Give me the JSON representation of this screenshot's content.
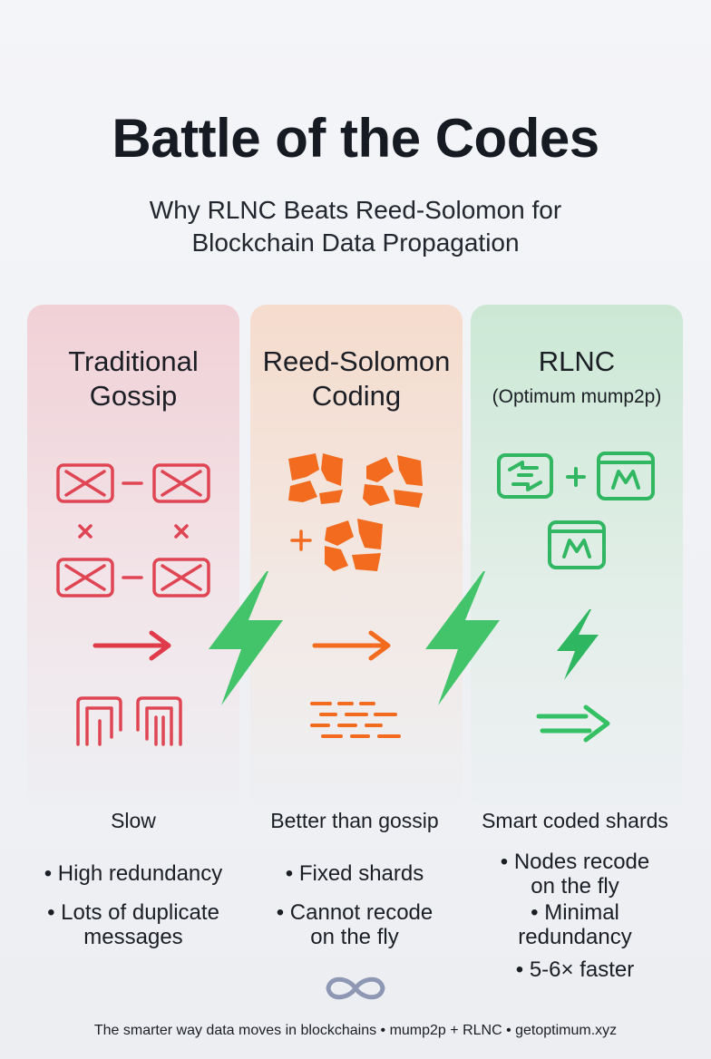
{
  "header": {
    "title": "Battle of the Codes",
    "subtitle_line1": "Why RLNC Beats Reed-Solomon for",
    "subtitle_line2": "Blockchain Data Propagation"
  },
  "columns": [
    {
      "title_line1": "Traditional",
      "title_line2": "Gossip",
      "verdict": "Slow",
      "bullets": [
        "• High redundancy",
        "• Lots of duplicate",
        "messages"
      ],
      "accent": "#e0424f"
    },
    {
      "title_line1": "Reed-Solomon",
      "title_line2": "Coding",
      "verdict": "Better than gossip",
      "bullets": [
        "• Fixed shards",
        "• Cannot recode",
        "on the fly"
      ],
      "accent": "#f26a1b"
    },
    {
      "title_line1": "RLNC",
      "title_line2": "(Optimum mump2p)",
      "verdict": "Smart coded shards",
      "bullets": [
        "• Nodes recode",
        "on the fly",
        "• Minimal",
        "redundancy",
        "• 5-6× faster"
      ],
      "accent": "#2fb660"
    }
  ],
  "footer": "The smarter way data moves in blockchains • mump2p + RLNC • getoptimum.xyz",
  "icons": {
    "gossip_packets": "crossed-packet-icon",
    "rs_shards": "broken-shard-icon",
    "rlnc_blocks": "coded-block-icon",
    "lightning": "lightning-bolt-icon",
    "logo": "infinity-logo-icon"
  }
}
